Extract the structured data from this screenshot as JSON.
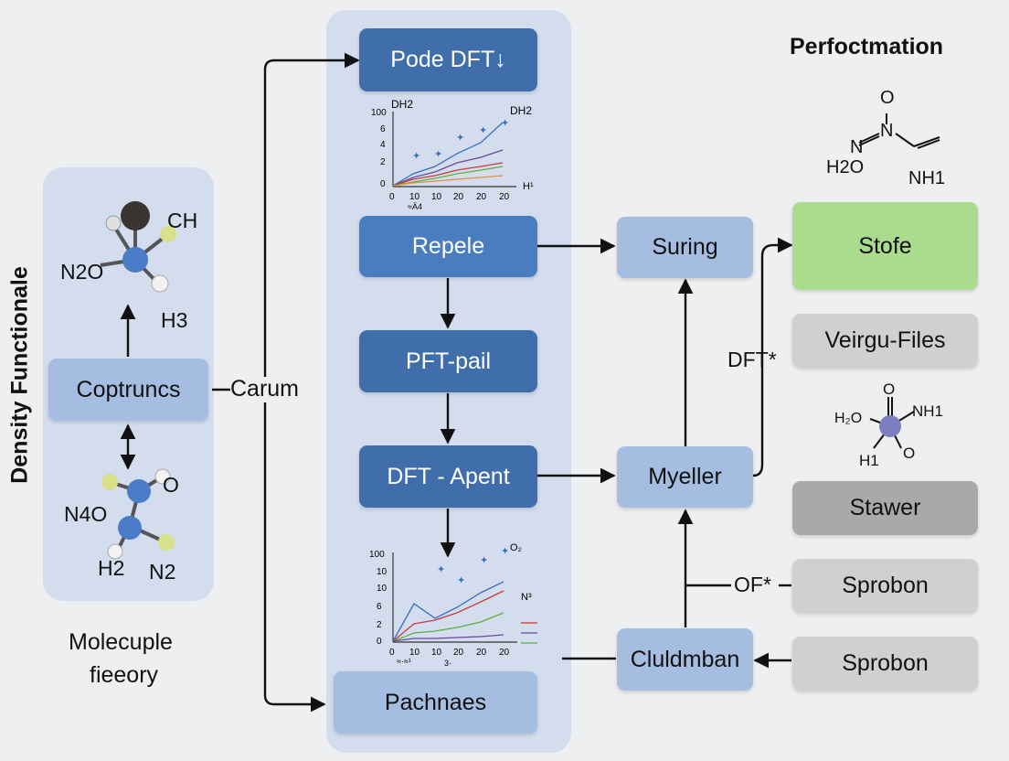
{
  "side_title": "Density Functionale",
  "left_panel": {
    "top_molecule": {
      "label_ch": "CH",
      "label_n2o": "N2O",
      "label_h3": "H3"
    },
    "box": "Coptruncs",
    "bottom_molecule": {
      "label_o": "O",
      "label_n4o": "N4O",
      "label_h2": "H2",
      "label_n2": "N2"
    },
    "caption_line1": "Molecuple",
    "caption_line2": "fieeory"
  },
  "connector_label": "Carum",
  "center_panel": {
    "box1": "Pode DFT↓",
    "chart1": {
      "label_left": "DH2",
      "label_right": "DH2",
      "axis_right": "H¹",
      "yticks": [
        "100",
        "6",
        "4",
        "2",
        "0"
      ],
      "xticks": [
        "0",
        "10",
        "10",
        "20",
        "20",
        "20"
      ],
      "xsub": "≈Ä4"
    },
    "box2": "Repele",
    "box3": "PFT-pail",
    "box4": "DFT - Apent",
    "chart2": {
      "label_top": "O₂",
      "label_right": "N³",
      "yticks": [
        "100",
        "10",
        "10",
        "6",
        "2",
        "0"
      ],
      "xticks": [
        "0",
        "10",
        "10",
        "20",
        "20",
        "20"
      ],
      "xsub": "≈·≈¹",
      "xsub2": "3·"
    },
    "box5": "Pachnaes"
  },
  "middle_column": {
    "box_suring": "Suring",
    "box_myeller": "Myeller",
    "box_cluldmban": "Cluldmban",
    "label_dft": "DFT*",
    "label_of": "OF*"
  },
  "right_column": {
    "title": "Perfoctmation",
    "top_molecule": {
      "o": "O",
      "n": "N",
      "n2": "N",
      "h2o": "H2O",
      "nh1": "NH1"
    },
    "box_stofe": "Stofe",
    "box_veirgu": "Veirgu-Files",
    "mid_molecule": {
      "h2o": "H₂O",
      "o": "O",
      "nh1": "NH1",
      "o2": "O",
      "h1": "H1"
    },
    "box_stawer": "Stawer",
    "box_sprobon1": "Sprobon",
    "box_sprobon2": "Sprobon"
  },
  "colors": {
    "dark_box": "#3f6eaa",
    "mid_box": "#4a7cc0",
    "light_box": "#a4bde0",
    "green_box": "#a9dc8c",
    "grey_box": "#d0d0d0",
    "dark_grey_box": "#a9a9a9",
    "panel": "#d3ddee"
  }
}
